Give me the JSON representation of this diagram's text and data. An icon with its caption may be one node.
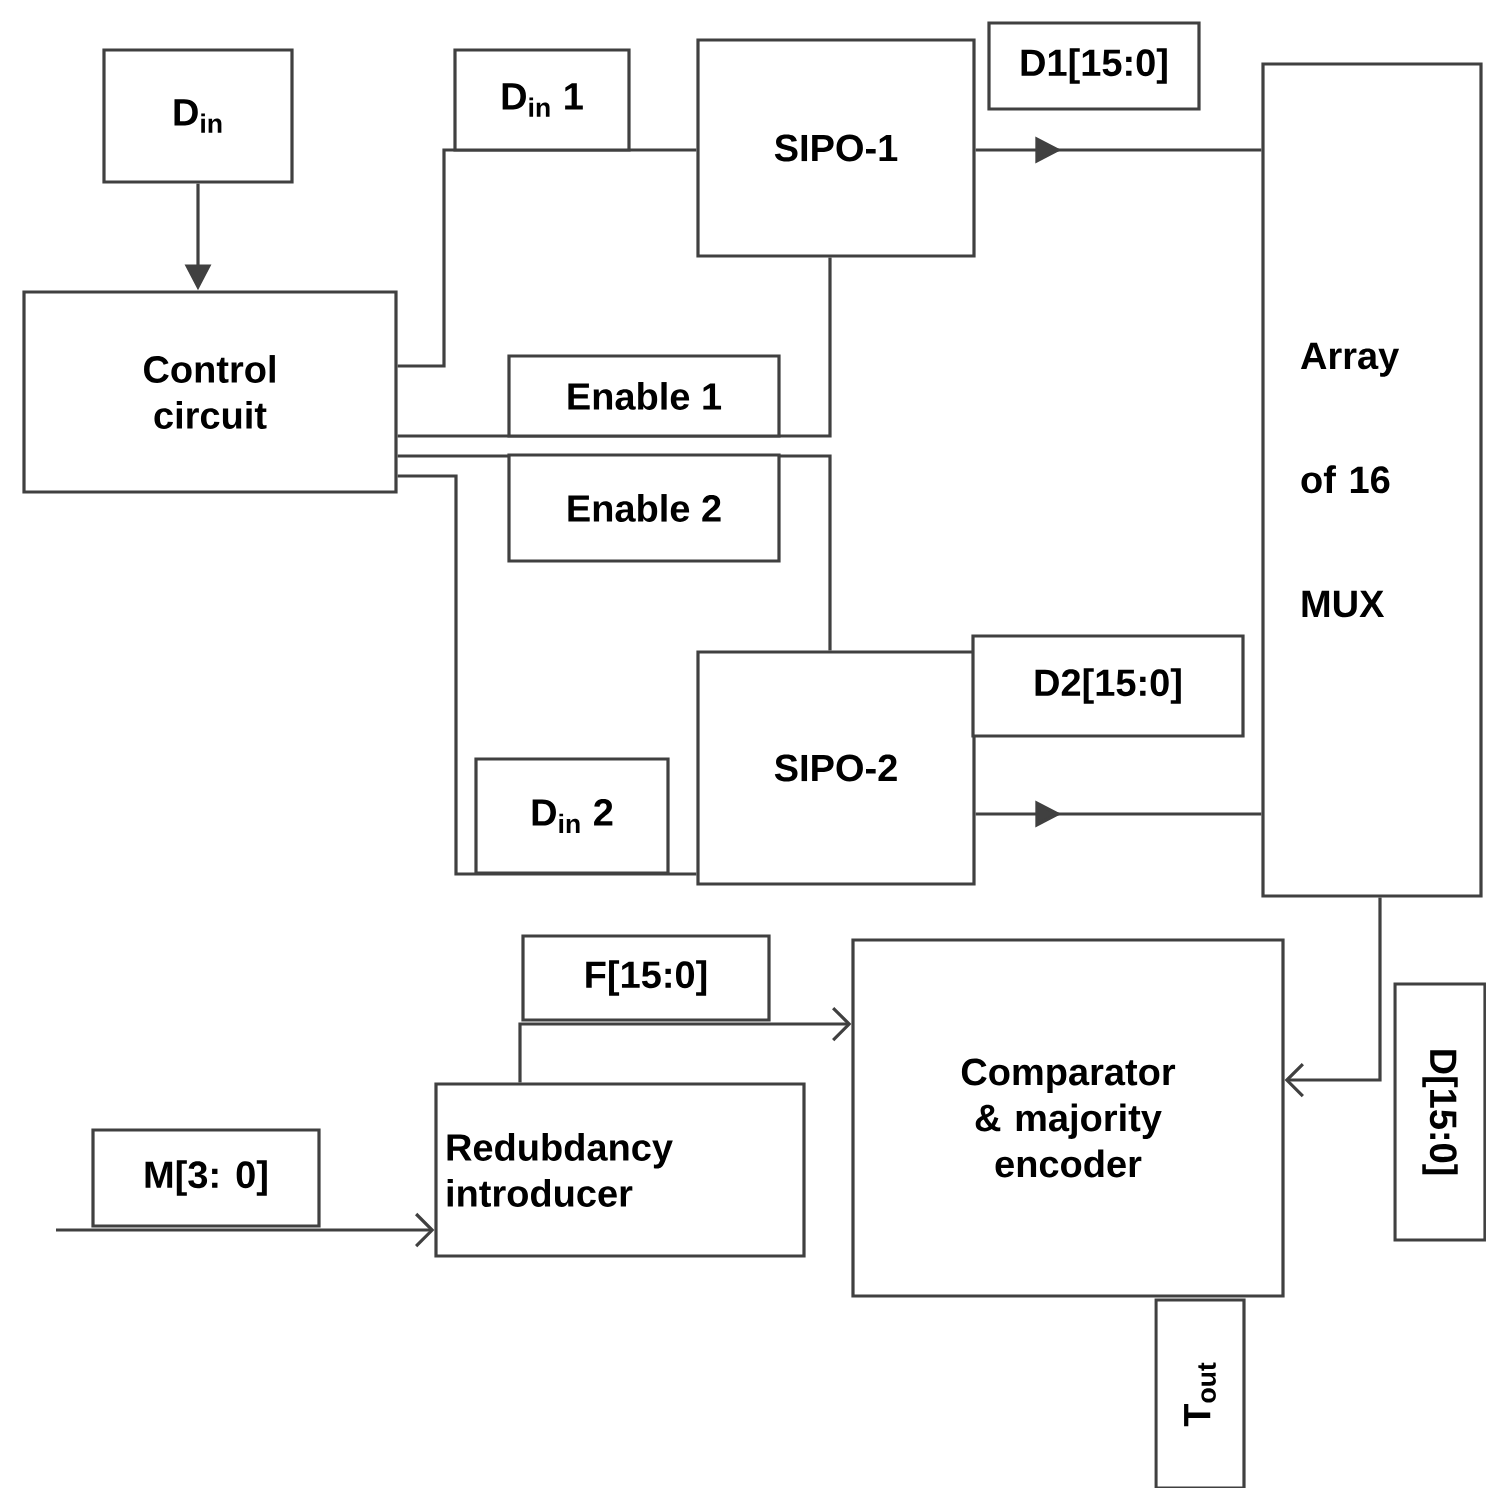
{
  "diagram": {
    "nodes": [
      {
        "text": [
          "D$_{in}$"
        ]
      },
      {
        "text": [
          "Control circuit"
        ]
      },
      {
        "text": [
          "SIPO-1"
        ]
      },
      {
        "text": [
          "SIPO-2"
        ]
      },
      {
        "text": [
          "Array of 16 MUX"
        ]
      },
      {
        "text": [
          "Redubdancy introducer"
        ]
      },
      {
        "text": [
          "Comparator & majority encoder"
        ]
      }
    ],
    "edges": [
      {
        "from": 0,
        "to": 1,
        "arrow": "to"
      },
      {
        "from": 1,
        "to": 2,
        "label": "D$_{in}$ 1",
        "arrow": "none"
      },
      {
        "from": 1,
        "to": 2,
        "label": "Enable 1",
        "arrow": "none"
      },
      {
        "from": 1,
        "to": 3,
        "label": "Enable 2",
        "arrow": "none"
      },
      {
        "from": 1,
        "to": 3,
        "label": "D$_{in}$ 2",
        "arrow": "none"
      },
      {
        "from": 2,
        "to": 4,
        "label": "D1[15:0]",
        "arrow": "to"
      },
      {
        "from": 3,
        "to": 4,
        "label": "D2[15:0]",
        "arrow": "to"
      },
      {
        "from": 4,
        "to": 6,
        "label": "D[15:0]",
        "arrow": "to"
      },
      {
        "from": null,
        "to": 5,
        "label": "M[3: 0]",
        "arrow": "to"
      },
      {
        "from": 5,
        "to": 6,
        "label": "F[15:0]",
        "arrow": "to"
      }
    ],
    "labels": [
      "T$_{out}$"
    ]
  }
}
